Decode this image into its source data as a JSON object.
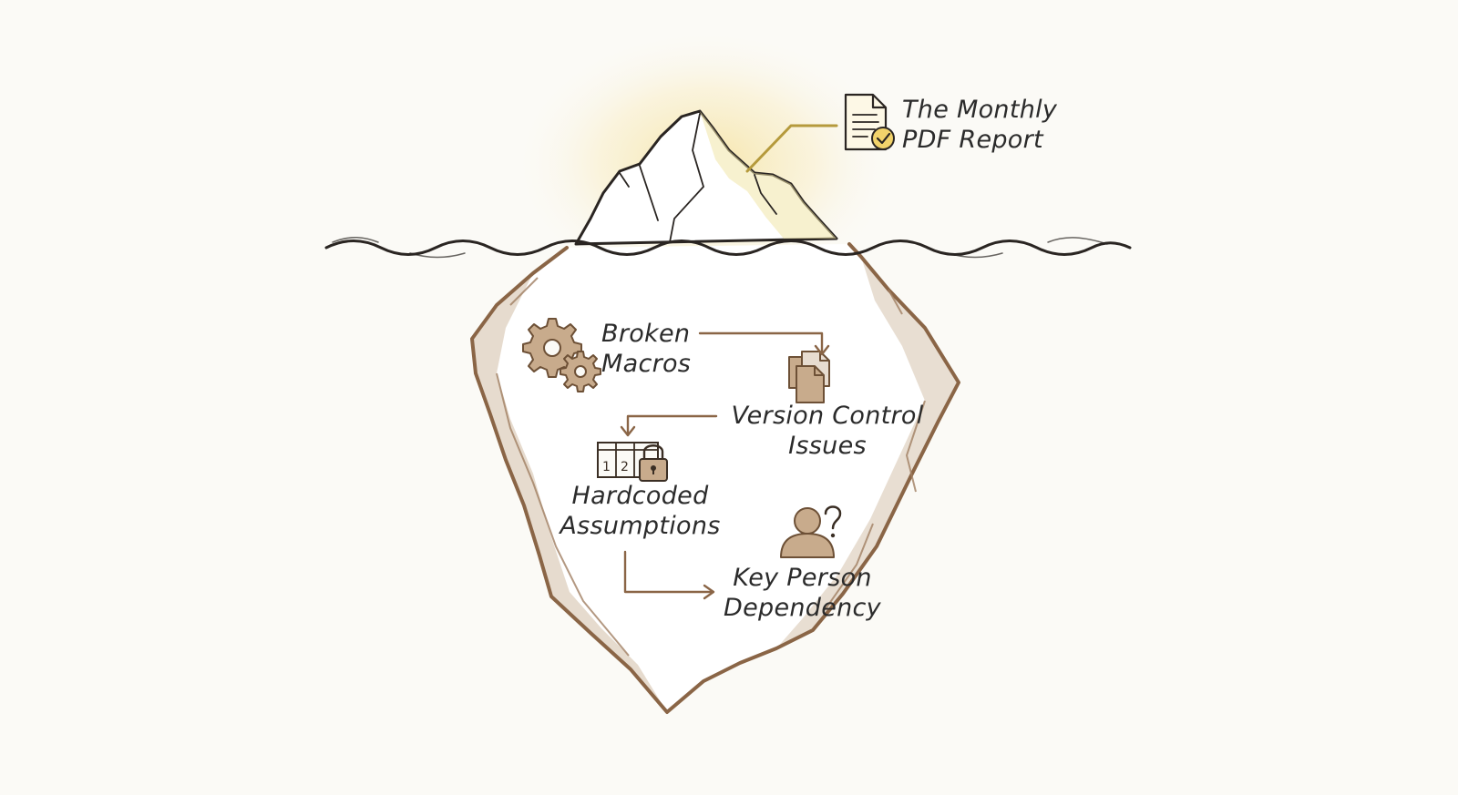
{
  "top_label": {
    "line1": "The Monthly",
    "line2": "PDF Report"
  },
  "hidden_items": [
    {
      "line1": "Broken",
      "line2": "Macros"
    },
    {
      "line1": "Version Control",
      "line2": "Issues"
    },
    {
      "line1": "Hardcoded",
      "line2": "Assumptions"
    },
    {
      "line1": "Key Person",
      "line2": "Dependency"
    }
  ],
  "table_icon_cells": [
    "1",
    "2"
  ],
  "colors": {
    "outline": "#2a2522",
    "iceberg_edge": "#8a6546",
    "iceberg_shade": "#d8c8b6",
    "arrow": "#8a6546",
    "glow": "#f3d46a",
    "leader_line": "#b59a3c",
    "icon_fill": "#c8ab8c",
    "icon_stroke": "#6d5036",
    "check_fill": "#f2d36b"
  },
  "icons": [
    "document-check-icon",
    "gears-icon",
    "documents-stack-icon",
    "table-lock-icon",
    "person-question-icon"
  ]
}
